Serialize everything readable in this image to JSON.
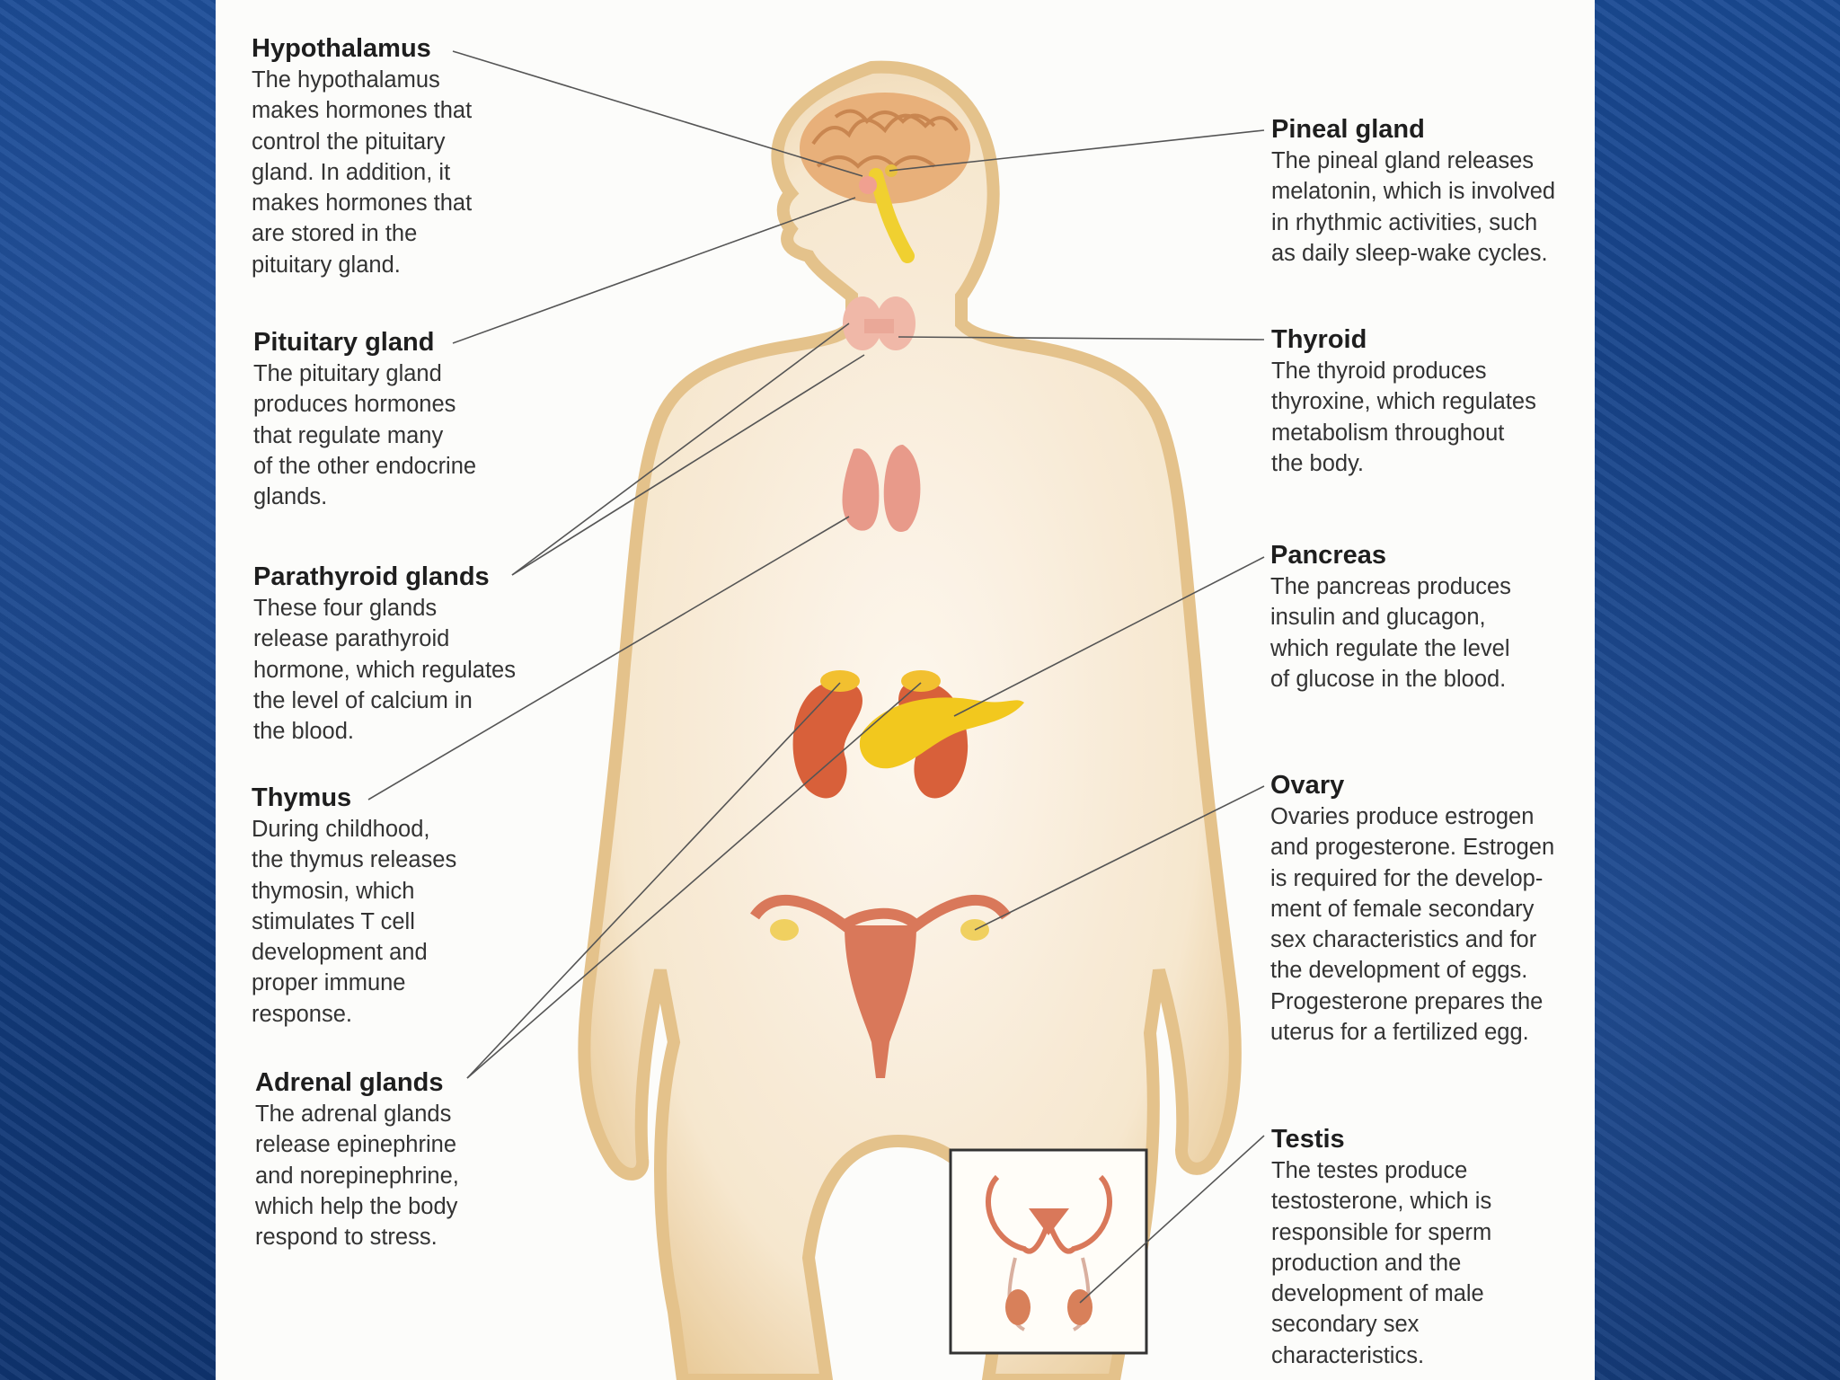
{
  "labels": {
    "hypothalamus": {
      "title": "Hypothalamus",
      "desc": "The hypothalamus\nmakes hormones that\ncontrol the pituitary\ngland. In addition, it\nmakes hormones that\nare stored in the\npituitary gland."
    },
    "pituitary": {
      "title": "Pituitary gland",
      "desc": "The pituitary gland\nproduces hormones\nthat regulate many\nof the other endocrine\nglands."
    },
    "parathyroid": {
      "title": "Parathyroid glands",
      "desc": "These four glands\nrelease parathyroid\nhormone, which regulates\nthe level of calcium in\nthe blood."
    },
    "thymus": {
      "title": "Thymus",
      "desc": "During childhood,\nthe thymus releases\nthymosin, which\nstimulates T cell\ndevelopment and\nproper immune\nresponse."
    },
    "adrenal": {
      "title": "Adrenal glands",
      "desc": "The adrenal glands\nrelease epinephrine\nand norepinephrine,\nwhich help the body\nrespond to stress."
    },
    "pineal": {
      "title": "Pineal gland",
      "desc": "The pineal gland releases\nmelatonin, which is involved\nin rhythmic activities, such\nas daily sleep-wake cycles."
    },
    "thyroid": {
      "title": "Thyroid",
      "desc": "The thyroid produces\nthyroxine, which regulates\nmetabolism throughout\nthe body."
    },
    "pancreas": {
      "title": "Pancreas",
      "desc": "The pancreas produces\ninsulin and glucagon,\nwhich regulate the level\nof glucose in the blood."
    },
    "ovary": {
      "title": "Ovary",
      "desc": "Ovaries produce estrogen\nand progesterone. Estrogen\nis required for the develop-\nment of female secondary\nsex characteristics and for\nthe development of eggs.\nProgesterone prepares the\nuterus for a fertilized egg."
    },
    "testis": {
      "title": "Testis",
      "desc": "The testes produce\ntestosterone, which is\nresponsible for sperm\nproduction and the\ndevelopment of male\nsecondary sex\ncharacteristics."
    }
  },
  "colors": {
    "background": "#123a7a",
    "skin": "#f2d9b0",
    "brain": "#e8b07a",
    "gland_pink": "#e89a8a",
    "kidney": "#d8603a",
    "pancreas": "#f2c81e",
    "uterus": "#d9785a"
  }
}
